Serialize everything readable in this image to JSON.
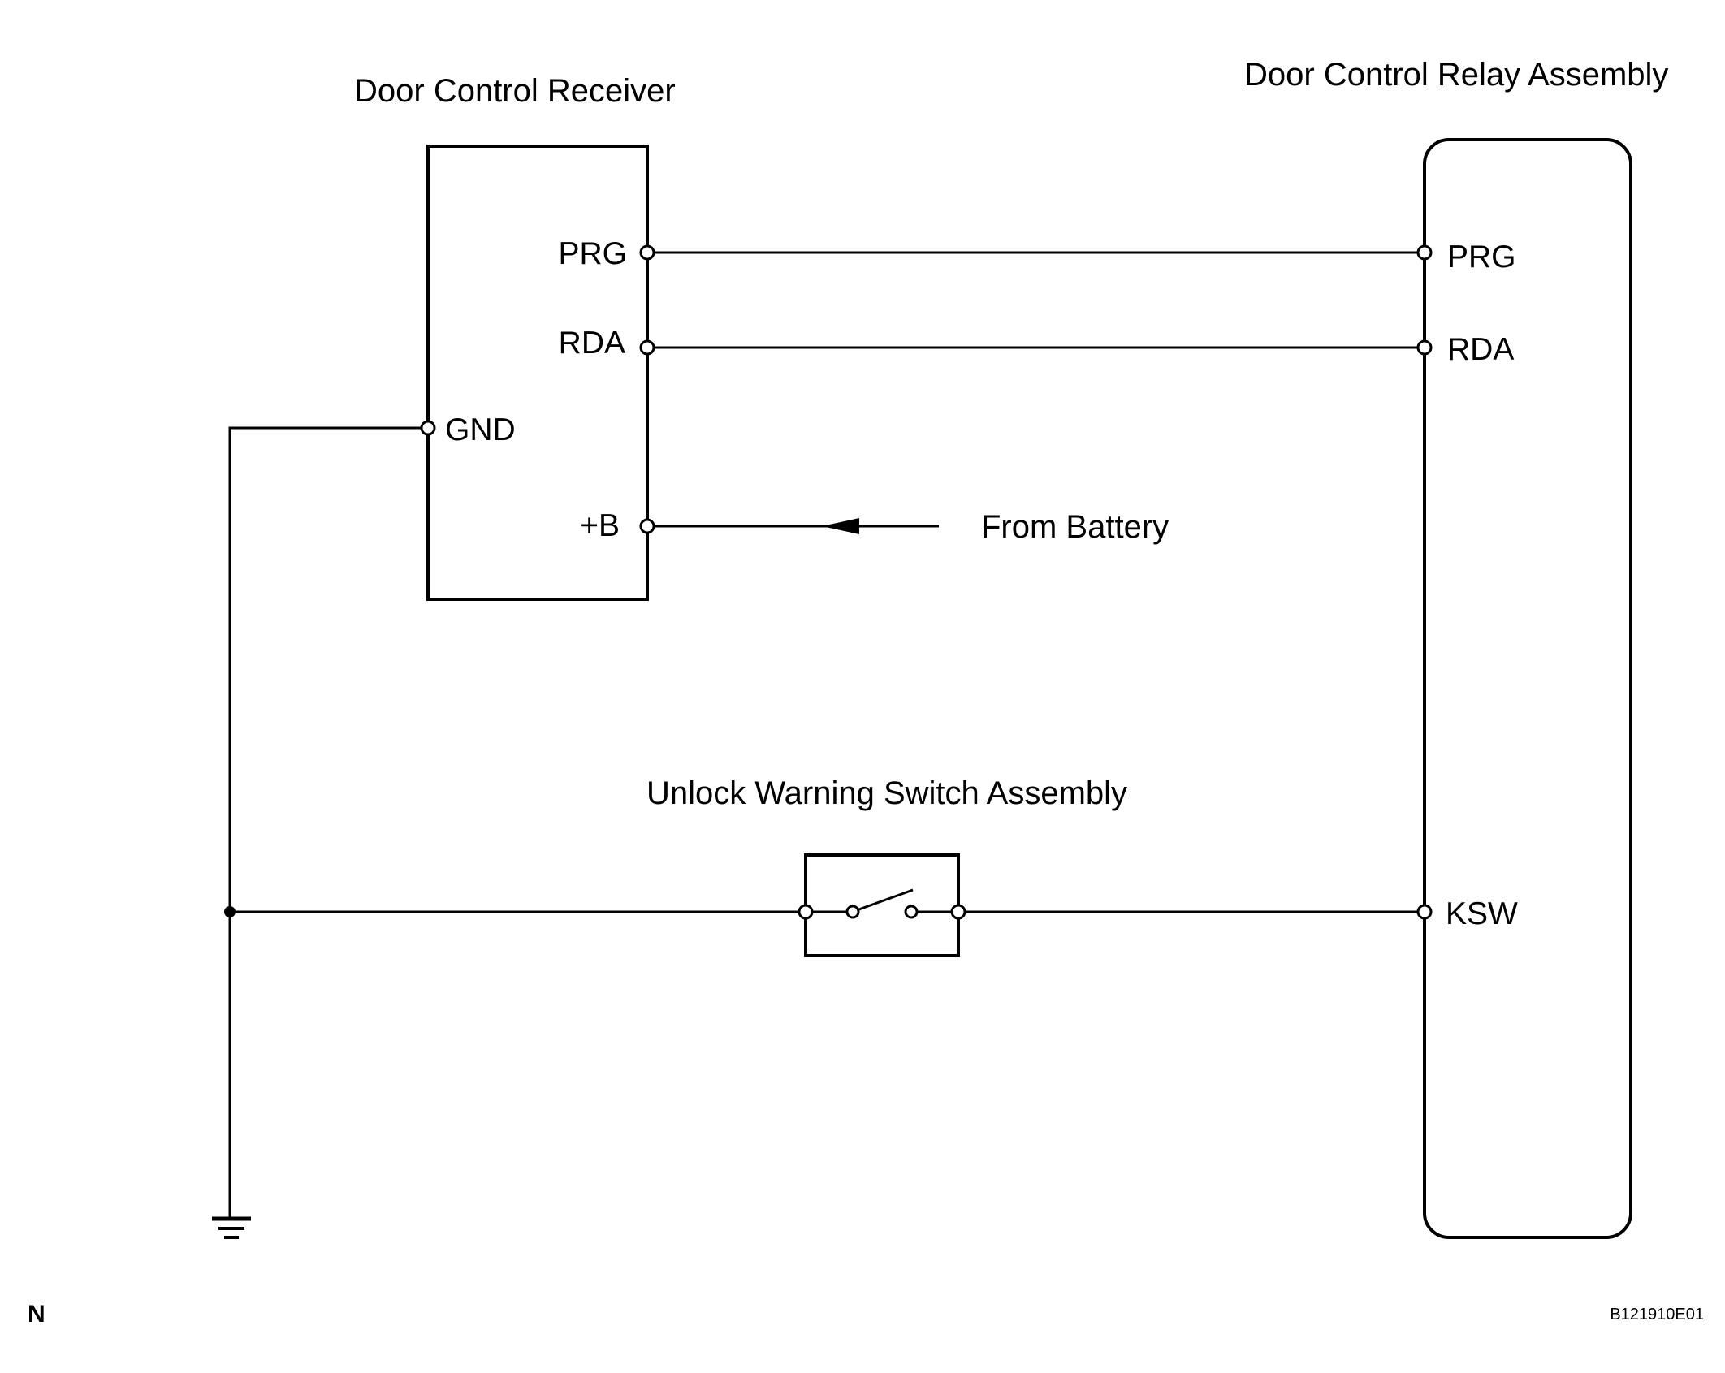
{
  "components": {
    "receiver": {
      "name": "Door Control Receiver"
    },
    "relay": {
      "name": "Door Control Relay Assembly"
    },
    "switch": {
      "name": "Unlock Warning Switch Assembly"
    }
  },
  "terminals": {
    "receiver_prg": "PRG",
    "receiver_rda": "RDA",
    "receiver_gnd": "GND",
    "receiver_b": "+B",
    "relay_prg": "PRG",
    "relay_rda": "RDA",
    "relay_ksw": "KSW"
  },
  "annotations": {
    "battery": "From Battery",
    "corner_mark": "N",
    "figure_code": "B121910E01"
  }
}
